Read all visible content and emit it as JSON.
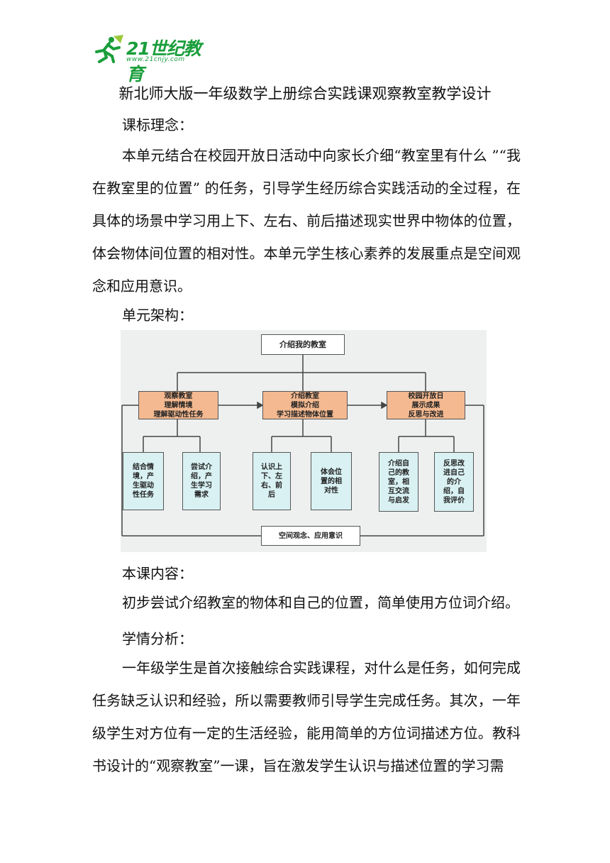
{
  "header": {
    "logo_text": "21世纪教育",
    "logo_url": "www.21cnjy.com"
  },
  "title": "新北师大版一年级数学上册综合实践课观察教室教学设计",
  "sections": {
    "curriculum_heading": "课标理念：",
    "curriculum_text": "本单元结合在校园开放日活动中向家长介细“教室里有什么 ”“我在教室里的位置” 的任务，引导学生经历综合实践活动的全过程，在具体的场景中学习用上下、左右、前后描述现实世界中物体的位置，体会物体间位置的相对性。本单元学生核心素养的发展重点是空间观念和应用意识。",
    "structure_heading": "单元架构：",
    "content_heading": "本课内容：",
    "content_text": "初步尝试介绍教室的物体和自己的位置，简单使用方位词介绍。",
    "analysis_heading": "学情分析：",
    "analysis_text": "一年级学生是首次接触综合实践课程，对什么是任务，如何完成任务缺乏认识和经验，所以需要教师引导学生完成任务。其次，一年级学生对方位有一定的生活经验，能用简单的方位词描述方位。教科书设计的“观察教室”一课，旨在激发学生认识与描述位置的学习需"
  },
  "diagram": {
    "root": "介绍我的教室",
    "phases": [
      "观察教室\n理解情境\n理解驱动性任务",
      "介绍教室\n模拟介绍\n学习描述物体位置",
      "校园开放日\n展示成果\n反思与改进"
    ],
    "tasks": [
      "结合情\n境，产\n生驱动\n性任务",
      "尝试介\n绍，产\n生学习\n需求",
      "认识上\n下、左\n右、前\n后",
      "体会位\n置的相\n对性",
      "介绍自\n己的教\n室，相\n互交流\n与启发",
      "反思改\n进自己\n的介\n绍，自\n我评价"
    ],
    "bottom": "空间观念、应用意识",
    "colors": {
      "phase_fill": "#f4b990",
      "task_fill": "#d9f1f3",
      "background": "#eef0f0"
    }
  }
}
